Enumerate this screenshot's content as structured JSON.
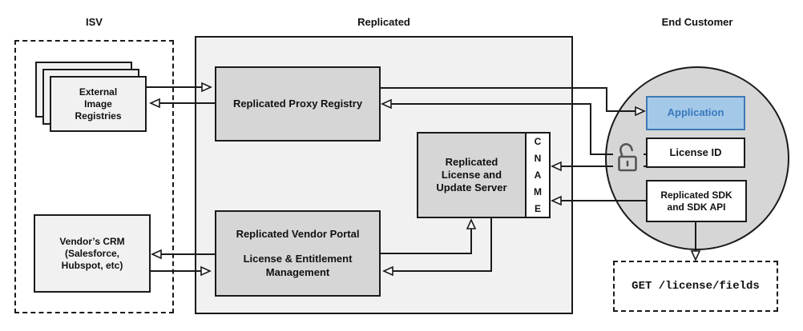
{
  "titles": {
    "isv": "ISV",
    "replicated": "Replicated",
    "end_customer": "End Customer"
  },
  "isv": {
    "registries_label": "External Image Registries",
    "crm_label": "Vendor’s CRM (Salesforce, Hubspot, etc)"
  },
  "replicated": {
    "proxy_registry_label": "Replicated Proxy Registry",
    "license_server_label": "Replicated License and Update Server",
    "cname_label": "CNAME",
    "vendor_portal_title": "Replicated Vendor Portal",
    "vendor_portal_subtitle": "License & Entitlement Management"
  },
  "end_customer": {
    "application_label": "Application",
    "license_id_label": "License ID",
    "sdk_label": "Replicated SDK and SDK API",
    "api_request_label": "GET /license/fields"
  },
  "icons": {
    "lock": "open-padlock-icon"
  },
  "colors": {
    "line": "#1a1a1a",
    "container": "#f1f1f1",
    "inner": "#d6d6d6",
    "circle": "#d6d6d6",
    "white": "#ffffff",
    "app_fill": "#a4c8e8",
    "app_border": "#3d7ab5",
    "app_text": "#3879bd",
    "lock": "#555555"
  }
}
